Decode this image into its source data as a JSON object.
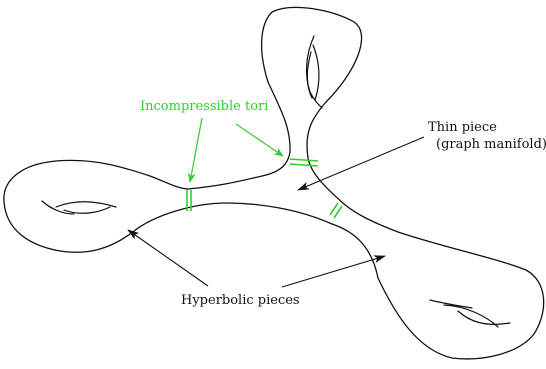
{
  "labels": {
    "incompressible_tori": "Incompressible tori",
    "thin_piece_line1": "Thin piece",
    "thin_piece_line2": "(graph manifold)",
    "hyperbolic_pieces": "Hyperbolic pieces"
  },
  "colors": {
    "tori": "#33cc33",
    "outline": "#111111",
    "background": "#ffffff"
  }
}
